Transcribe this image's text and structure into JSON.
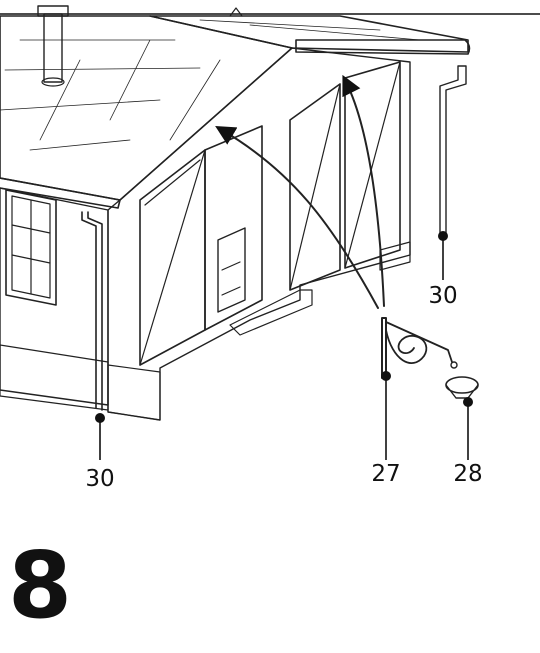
{
  "callouts": {
    "gutter_pipe_right": "30",
    "gutter_pipe_left": "30",
    "lantern_bracket": "27",
    "lantern_cap": "28"
  },
  "step_number": "8",
  "colors": {
    "ink": "#222222",
    "paper": "#ffffff",
    "shade": "#e9e9e9"
  }
}
